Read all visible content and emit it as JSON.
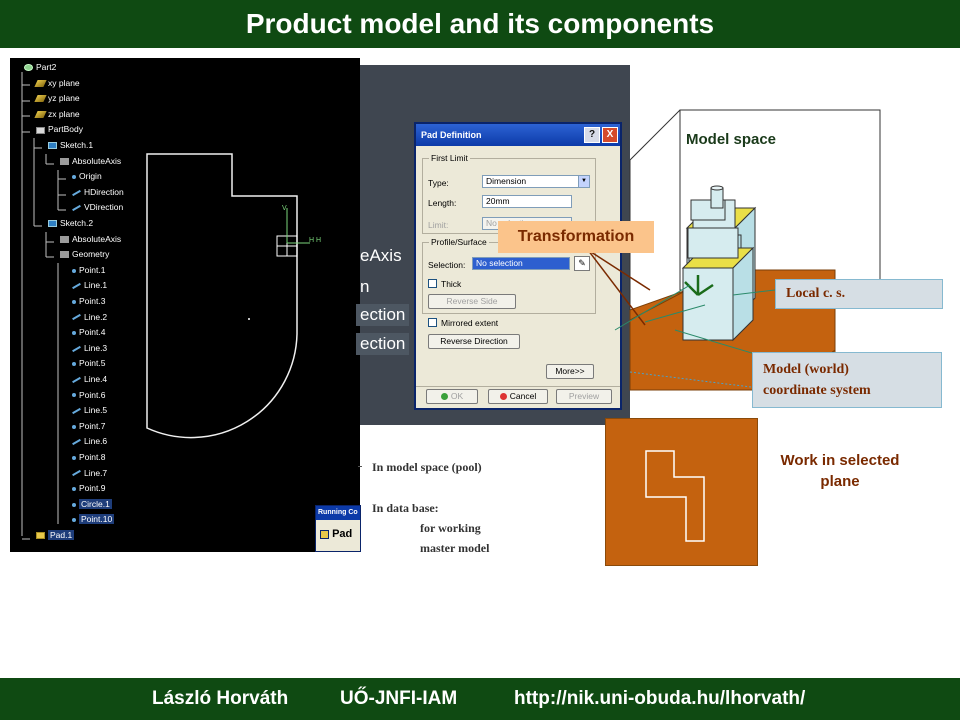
{
  "header": {
    "title": "Product model and its components"
  },
  "footer": {
    "author": "László Horváth",
    "org": "UŐ-JNFI-IAM",
    "url": "http://nik.uni-obuda.hu/lhorvath/"
  },
  "tree": {
    "items": [
      {
        "label": "Part2",
        "icon": "part-icon"
      },
      {
        "label": "xy plane",
        "icon": "plane-icon"
      },
      {
        "label": "yz plane",
        "icon": "plane-icon"
      },
      {
        "label": "zx plane",
        "icon": "plane-icon"
      },
      {
        "label": "PartBody",
        "icon": "body-icon"
      },
      {
        "label": "Sketch.1",
        "icon": "sketch-icon"
      },
      {
        "label": "AbsoluteAxis",
        "icon": "axis-icon"
      },
      {
        "label": "Origin",
        "icon": "point-icon"
      },
      {
        "label": "HDirection",
        "icon": "line-icon"
      },
      {
        "label": "VDirection",
        "icon": "line-icon"
      },
      {
        "label": "Sketch.2",
        "icon": "sketch-icon"
      },
      {
        "label": "AbsoluteAxis",
        "icon": "axis-icon"
      },
      {
        "label": "Geometry",
        "icon": "geometry-icon"
      },
      {
        "label": "Point.1",
        "icon": "point-icon"
      },
      {
        "label": "Line.1",
        "icon": "line-icon"
      },
      {
        "label": "Point.3",
        "icon": "point-icon"
      },
      {
        "label": "Line.2",
        "icon": "line-icon"
      },
      {
        "label": "Point.4",
        "icon": "point-icon"
      },
      {
        "label": "Line.3",
        "icon": "line-icon"
      },
      {
        "label": "Point.5",
        "icon": "point-icon"
      },
      {
        "label": "Line.4",
        "icon": "line-icon"
      },
      {
        "label": "Point.6",
        "icon": "point-icon"
      },
      {
        "label": "Line.5",
        "icon": "line-icon"
      },
      {
        "label": "Point.7",
        "icon": "point-icon"
      },
      {
        "label": "Line.6",
        "icon": "line-icon"
      },
      {
        "label": "Point.8",
        "icon": "point-icon"
      },
      {
        "label": "Line.7",
        "icon": "line-icon"
      },
      {
        "label": "Point.9",
        "icon": "point-icon"
      },
      {
        "label": "Circle.1",
        "icon": "circle-icon"
      },
      {
        "label": "Point.10",
        "icon": "point-icon"
      },
      {
        "label": "Pad.1",
        "icon": "pad-icon"
      }
    ],
    "axis_h_label": "H H",
    "axis_v_label": "V"
  },
  "cad_bg_texts": [
    "eAxis",
    "n",
    "ection",
    "ection"
  ],
  "dialog": {
    "title": "Pad Definition",
    "help_button": "?",
    "close_button": "X",
    "first_limit_group": "First Limit",
    "type_label": "Type:",
    "type_value": "Dimension",
    "length_label": "Length:",
    "length_value": "20mm",
    "limit_label": "Limit:",
    "limit_value": "No selection",
    "profile_group": "Profile/Surface",
    "selection_label": "Selection:",
    "selection_value": "No selection",
    "thick_label": "Thick",
    "reverse_side_button": "Reverse Side",
    "mirrored_label": "Mirrored extent",
    "reverse_direction_button": "Reverse Direction",
    "more_button": "More>>",
    "ok_button": "OK",
    "cancel_button": "Cancel",
    "preview_button": "Preview"
  },
  "running": {
    "title": "Running Co",
    "item": "Pad"
  },
  "notes": {
    "pool": "In model space (pool)",
    "database": "In data base:",
    "working": "for working",
    "master": "master model"
  },
  "labels": {
    "transformation": "Transformation",
    "model_space": "Model space",
    "local_cs": "Local c. s.",
    "world_cs_1": "Model (world)",
    "world_cs_2": "coordinate system",
    "work_plane_1": "Work in selected",
    "work_plane_2": "plane"
  },
  "colors": {
    "header_bg": "#0f4a12",
    "orange_plane": "#c4620f",
    "transformation_bg": "#fbc48b",
    "label_text": "#7a2a00"
  }
}
